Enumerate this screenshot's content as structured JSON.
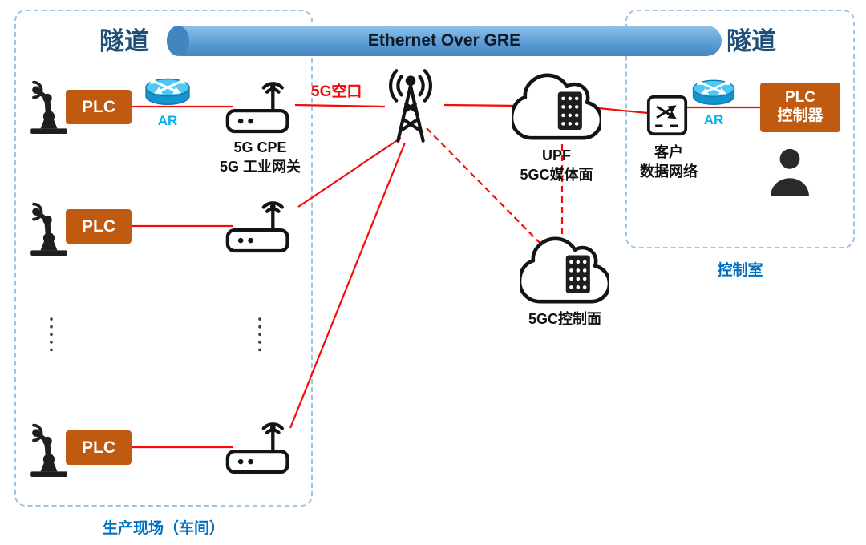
{
  "colors": {
    "wire_red": "#f40b0b",
    "plc_orange": "#c05a11",
    "ar_cyan": "#00b0f0",
    "zone_border": "#9dc3e6",
    "zone_label": "#0070c0",
    "tunnel_caption": "#1f4e79",
    "tunnel_fill": "#5b9bd5"
  },
  "tunnel": {
    "label": "Ethernet Over GRE",
    "left_caption": "隧道",
    "right_caption": "隧道"
  },
  "air_interface": {
    "label": "5G空口"
  },
  "production_zone": {
    "label": "生产现场（车间）",
    "rows": [
      {
        "plc": "PLC"
      },
      {
        "plc": "PLC"
      },
      {
        "plc": "PLC"
      }
    ],
    "ar_label": "AR",
    "cpe_label": {
      "line1": "5G CPE",
      "line2": "5G 工业网关"
    }
  },
  "core": {
    "upf_label": {
      "line1": "UPF",
      "line2": "5GC媒体面"
    },
    "control_plane_label": "5GC控制面"
  },
  "control_zone": {
    "label": "控制室",
    "customer_network_label": {
      "line1": "客户",
      "line2": "数据网络"
    },
    "ar_label": "AR",
    "plc_label": {
      "line1": "PLC",
      "line2": "控制器"
    }
  }
}
